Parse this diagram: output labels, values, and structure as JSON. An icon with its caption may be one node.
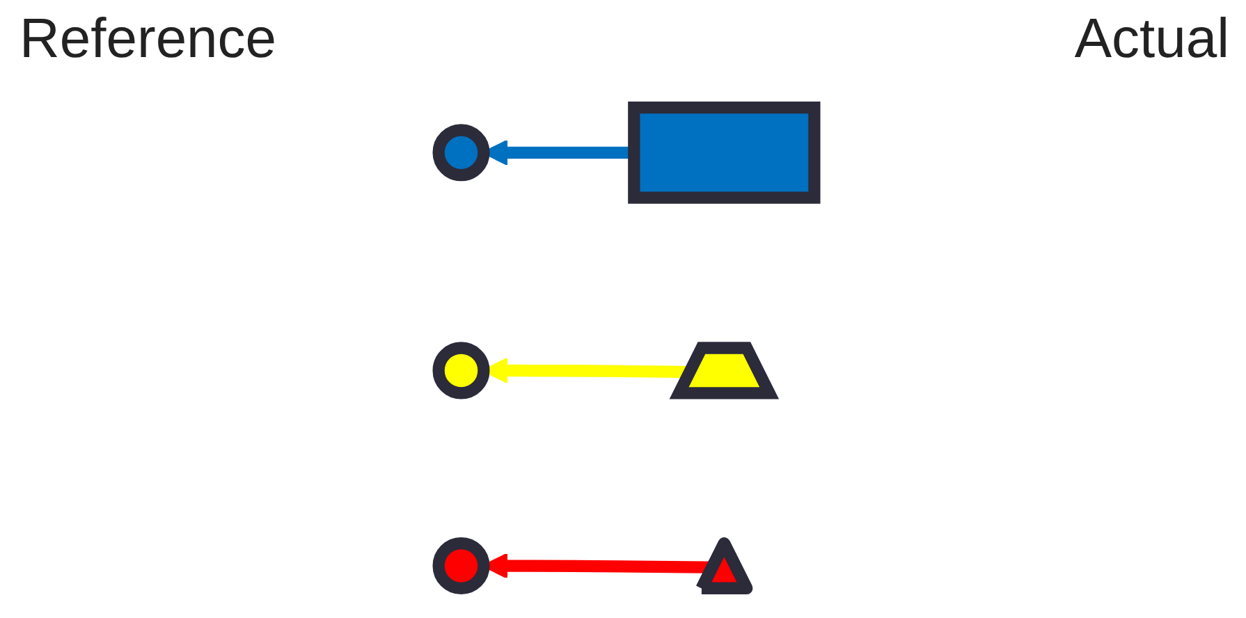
{
  "diagram": {
    "nodes": [
      {
        "text": [],
        "shape": "circle"
      },
      {
        "text": [],
        "shape": "circle"
      },
      {
        "text": [],
        "shape": "circle"
      },
      {
        "text": [],
        "shape": "box"
      },
      {
        "text": [],
        "shape": "trapezoid"
      },
      {
        "text": [],
        "shape": "triangle"
      }
    ],
    "edges": [
      {
        "from": 3,
        "to": 0,
        "arrow": "to",
        "color": "#0070c0"
      },
      {
        "from": 4,
        "to": 1,
        "arrow": "to",
        "color": "#ffff00"
      },
      {
        "from": 5,
        "to": 2,
        "arrow": "to",
        "color": "#ff0000"
      }
    ],
    "labels": [
      "Reference",
      "Actual"
    ]
  }
}
